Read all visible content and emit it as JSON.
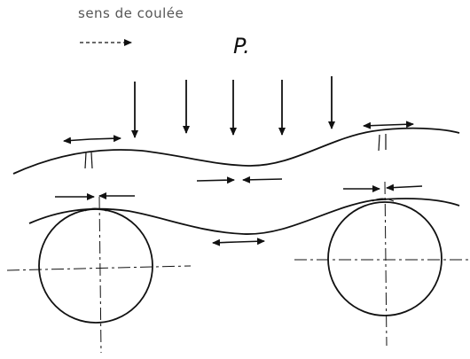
{
  "diagram": {
    "flow_label": "sens de coulée",
    "load_label": "P.",
    "line_color": "#111111",
    "elements": [
      "flow-direction-arrow",
      "load-arrow",
      "upper-strip-surface",
      "lower-strip-surface",
      "left-roll",
      "right-roll",
      "left-roll-centerline",
      "right-roll-centerline",
      "stress-arrow-tension",
      "stress-arrow-compression"
    ]
  }
}
